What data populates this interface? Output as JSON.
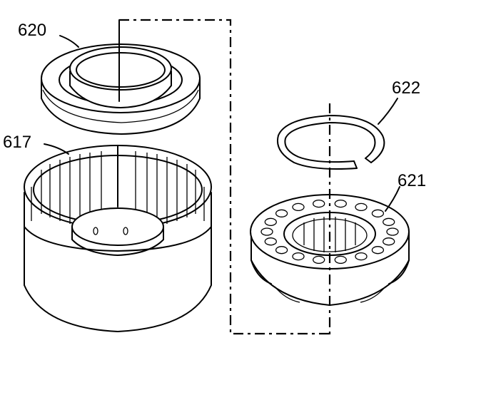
{
  "labels": {
    "part_620": "620",
    "part_617": "617",
    "part_622": "622",
    "part_621": "621"
  },
  "colors": {
    "ink": "#000000",
    "background": "#ffffff"
  }
}
